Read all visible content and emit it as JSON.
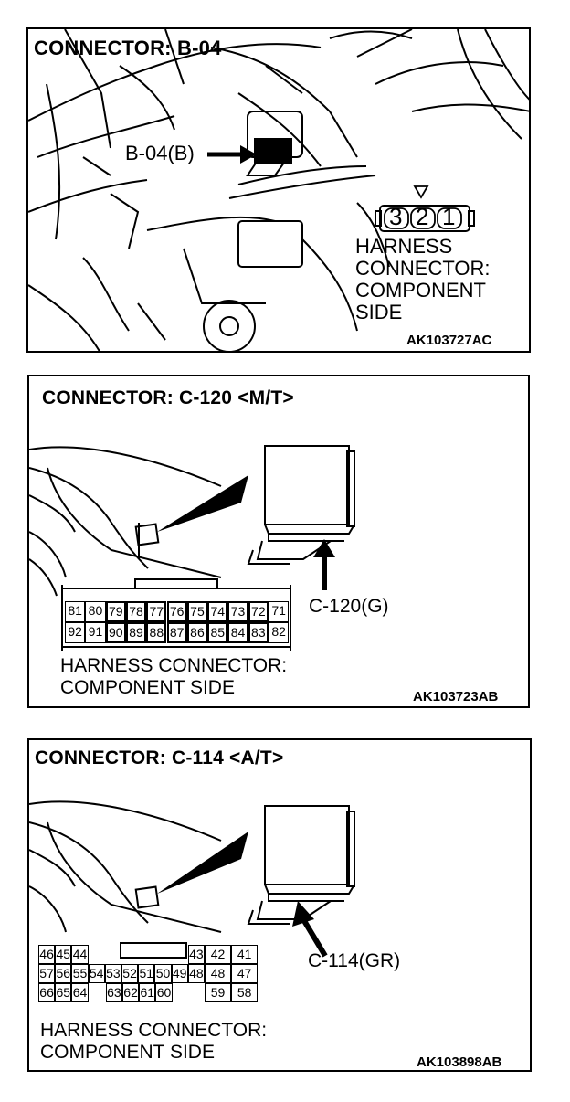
{
  "panels": [
    {
      "title": "CONNECTOR: B-04",
      "callout": "B-04(B)",
      "connector_pins": [
        "3",
        "2",
        "1"
      ],
      "harness_label": [
        "HARNESS",
        "CONNECTOR:",
        "COMPONENT",
        "SIDE"
      ],
      "code": "AK103727AC"
    },
    {
      "title": "CONNECTOR: C-120 <M/T>",
      "callout": "C-120(G)",
      "pins_row1": [
        "81",
        "80",
        "79",
        "78",
        "77",
        "76",
        "75",
        "74",
        "73",
        "72",
        "71"
      ],
      "pins_row2": [
        "92",
        "91",
        "90",
        "89",
        "88",
        "87",
        "86",
        "85",
        "84",
        "83",
        "82"
      ],
      "harness_label": [
        "HARNESS CONNECTOR:",
        "COMPONENT SIDE"
      ],
      "code": "AK103723AB"
    },
    {
      "title": "CONNECTOR: C-114 <A/T>",
      "callout": "C-114(GR)",
      "pins_row1": [
        "46",
        "45",
        "44",
        "43",
        "42",
        "41"
      ],
      "pins_row2": [
        "57",
        "56",
        "55",
        "54",
        "53",
        "52",
        "51",
        "50",
        "49",
        "48",
        "47"
      ],
      "pins_row3": [
        "66",
        "65",
        "64",
        "63",
        "62",
        "61",
        "60",
        "59",
        "58"
      ],
      "harness_label": [
        "HARNESS CONNECTOR:",
        "COMPONENT SIDE"
      ],
      "code": "AK103898AB"
    }
  ]
}
